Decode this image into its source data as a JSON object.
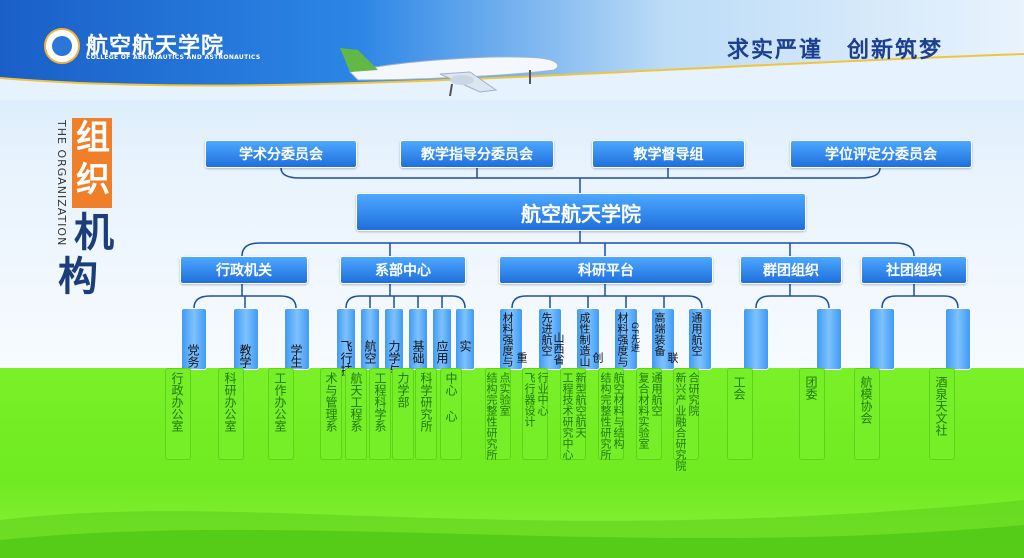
{
  "header": {
    "school_name": "航空航天学院",
    "school_name_en": "COLLEGE OF AERONAUTICS AND ASTRONAUTICS",
    "slogan": "求实严谨　创新筑梦"
  },
  "title": {
    "en": "THE ORGANIZATION",
    "cn_1": "组",
    "cn_2": "织",
    "cn_3": "机",
    "cn_4": "构"
  },
  "committees": [
    "学术分委员会",
    "教学指导分委员会",
    "教学督导组",
    "学位评定分委员会"
  ],
  "root": "航空航天学院",
  "categories": [
    "行政机关",
    "系部中心",
    "科研平台",
    "群团组织",
    "社团组织"
  ],
  "leaves_top": {
    "admin": [
      "党务",
      "教学",
      "学生"
    ],
    "dept": [
      "飞行技",
      "航空",
      "力学与",
      "基础",
      "应用",
      "实"
    ],
    "research": [
      "材料强度与",
      "重",
      "先进航空",
      "山西省",
      "成性制造山",
      "创",
      "材料强度与",
      "GF先进",
      "高端装备",
      "联",
      "通用航空"
    ]
  },
  "leaves_bottom": {
    "admin": [
      "行政办公室",
      "科研办公室",
      "工作办公室"
    ],
    "dept": [
      "术与管理系",
      "航天工程系",
      "工程科学系",
      "力学部",
      "科学研究所",
      "中心",
      "心"
    ],
    "research": [
      "结构完整性研究所",
      "点实验室",
      "飞行器设计",
      "行业中心",
      "工程技术研究中心",
      "新型航空航天",
      "结构完整性研究所",
      "航空材料与结构",
      "复合材料实验室",
      "通用航空",
      "新兴产业融合研究院",
      "合研究院"
    ],
    "mass": [
      "工会",
      "团委"
    ],
    "club": [
      "航模协会",
      "酒泉天文社"
    ]
  }
}
